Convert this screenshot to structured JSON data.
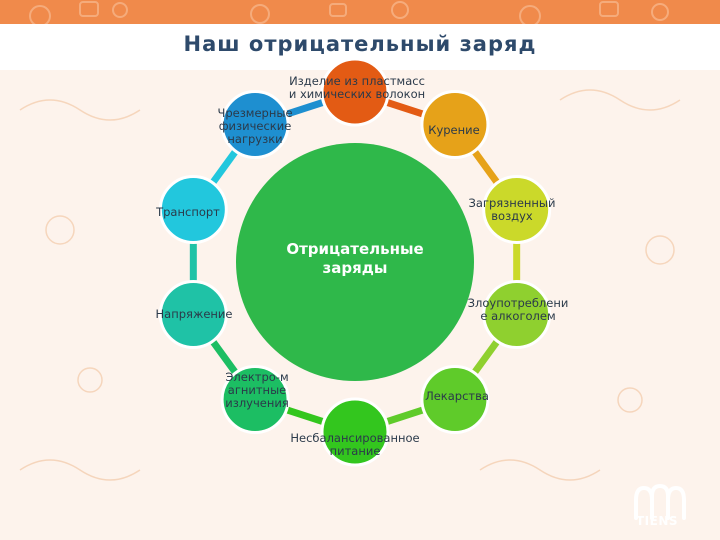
{
  "slide": {
    "title": "Наш отрицательный заряд",
    "center_label": "Отрицательные\nзаряды",
    "logo_text": "TIENS"
  },
  "colors": {
    "background": "#f08a4b",
    "content": "#fdf3ec",
    "center": "#2fb84a",
    "title": "#2e4a6b"
  },
  "nodes": [
    {
      "label": "Изделие из пластмасс\nи химических волокон",
      "color": "#e35b14"
    },
    {
      "label": "Курение",
      "color": "#e6a219"
    },
    {
      "label": "Загрязненный\nвоздух",
      "color": "#cbd92a"
    },
    {
      "label": "Злоупотреблени\nе алкоголем",
      "color": "#8fd02f"
    },
    {
      "label": "Лекарства",
      "color": "#5fcb2a"
    },
    {
      "label": "Несбалансированное\nпитание",
      "color": "#33c61e"
    },
    {
      "label": "Электро-м\nагнитные\nизлучения",
      "color": "#1cbe63"
    },
    {
      "label": "Напряжение",
      "color": "#1fc2a6"
    },
    {
      "label": "Транспорт",
      "color": "#22c7dd"
    },
    {
      "label": "Чрезмерные\nфизические\nнагрузки",
      "color": "#1e8fd0"
    }
  ]
}
